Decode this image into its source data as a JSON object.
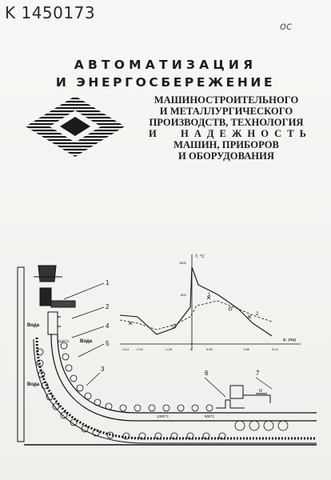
{
  "handwritten": {
    "code": "K 1450173",
    "mark": "ос"
  },
  "title": {
    "line1": "АВТОМАТИЗАЦИЯ",
    "line2": "И ЭНЕРГОСБЕРЕЖЕНИЕ"
  },
  "subtitle": {
    "line1": "МАШИНОСТРОИТЕЛЬНОГО",
    "line2": "И МЕТАЛЛУРГИЧЕСКОГО",
    "line3": "ПРОИЗВОДСТВ, ТЕХНОЛОГИЯ",
    "line4_words": [
      "И",
      "НАДЕЖНОСТЬ"
    ],
    "line5": "МАШИН, ПРИБОРОВ",
    "line6": "И ОБОРУДОВАНИЯ"
  },
  "figure": {
    "axis_y_label": "T, °C",
    "axis_x_label": "φ, рад",
    "y_ticks": [
      "1600",
      "800"
    ],
    "x_ticks": [
      "-3.14",
      "-2.51",
      "-1.26",
      "0",
      "0.63",
      "1.88",
      "3.14"
    ],
    "curve_labels": [
      "1",
      "2"
    ],
    "callouts": [
      "1",
      "2",
      "3",
      "4",
      "5",
      "6",
      "7"
    ],
    "water_labels": [
      "Вода",
      "Вода",
      "Вода"
    ],
    "temps": [
      "1100°C",
      "1300°C",
      "800°C"
    ],
    "arrow_label": "υ",
    "colors": {
      "ink": "#111111",
      "paper": "#f3f3f1"
    }
  }
}
